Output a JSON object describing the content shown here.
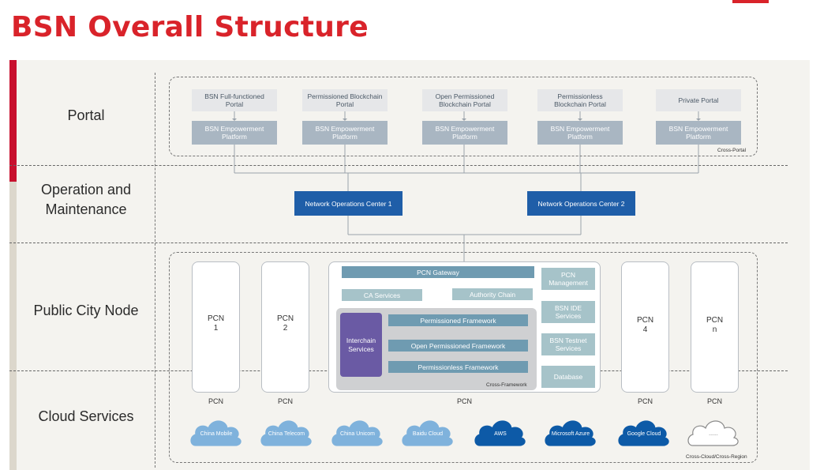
{
  "title": "BSN Overall Structure",
  "layers": {
    "portal": "Portal",
    "operation_line1": "Operation and",
    "operation_line2": "Maintenance",
    "pcn": "Public City Node",
    "cloud": "Cloud Services"
  },
  "portals": [
    {
      "name": "BSN Full-functioned Portal",
      "platform": "BSN Empowerment Platform"
    },
    {
      "name": "Permissioned Blockchain Portal",
      "platform": "BSN Empowerment Platform"
    },
    {
      "name": "Open Permissioned Blockchain Portal",
      "platform": "BSN Empowerment Platform"
    },
    {
      "name": "Permissionless Blockchain Portal",
      "platform": "BSN Empowerment Platform"
    },
    {
      "name": "Private Portal",
      "platform": "BSN Empowerment Platform"
    }
  ],
  "cross_portal": "Cross-Portal",
  "noc": [
    "Network Operations Center 1",
    "Network Operations Center 2"
  ],
  "pcn_nodes": [
    {
      "name": "PCN",
      "num": "1"
    },
    {
      "name": "PCN",
      "num": "2"
    },
    {
      "name": "PCN",
      "num": "4"
    },
    {
      "name": "PCN",
      "num": "n"
    }
  ],
  "pcn_label": "PCN",
  "center": {
    "gateway": "PCN Gateway",
    "ca": "CA Services",
    "authority": "Authority Chain",
    "interchain": "Interchain Services",
    "frameworks": [
      "Permissioned Framework",
      "Open Permissioned Framework",
      "Permissionless Framework"
    ],
    "cross_framework": "Cross-Framework",
    "right": [
      "PCN Management",
      "BSN IDE Services",
      "BSN Testnet Services",
      "Database"
    ]
  },
  "clouds": [
    {
      "label": "China Mobile",
      "color": "#7fb2dc"
    },
    {
      "label": "China Telecom",
      "color": "#7fb2dc"
    },
    {
      "label": "China Unicom",
      "color": "#7fb2dc"
    },
    {
      "label": "Baidu Cloud",
      "color": "#7fb2dc"
    },
    {
      "label": "AWS",
      "color": "#0d5aa7"
    },
    {
      "label": "Microsoft Azure",
      "color": "#0d5aa7"
    },
    {
      "label": "Google Cloud",
      "color": "#0d5aa7"
    },
    {
      "label": "......",
      "color": "#ffffff"
    }
  ],
  "cross_cloud": "Cross-Cloud/Cross-Region"
}
